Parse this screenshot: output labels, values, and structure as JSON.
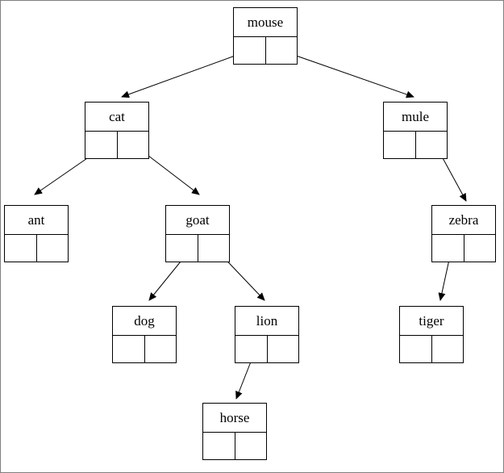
{
  "diagram": {
    "type": "binary-tree",
    "nodes": {
      "mouse": "mouse",
      "cat": "cat",
      "mule": "mule",
      "ant": "ant",
      "goat": "goat",
      "zebra": "zebra",
      "dog": "dog",
      "lion": "lion",
      "tiger": "tiger",
      "horse": "horse"
    },
    "edges": [
      {
        "from": "mouse",
        "slot": "left",
        "to": "cat"
      },
      {
        "from": "mouse",
        "slot": "right",
        "to": "mule"
      },
      {
        "from": "cat",
        "slot": "left",
        "to": "ant"
      },
      {
        "from": "cat",
        "slot": "right",
        "to": "goat"
      },
      {
        "from": "mule",
        "slot": "right",
        "to": "zebra"
      },
      {
        "from": "goat",
        "slot": "left",
        "to": "dog"
      },
      {
        "from": "goat",
        "slot": "right",
        "to": "lion"
      },
      {
        "from": "lion",
        "slot": "left",
        "to": "horse"
      },
      {
        "from": "zebra",
        "slot": "left",
        "to": "tiger"
      }
    ],
    "colors": {
      "line": "#000000",
      "background": "#ffffff",
      "border": "#808080"
    }
  }
}
